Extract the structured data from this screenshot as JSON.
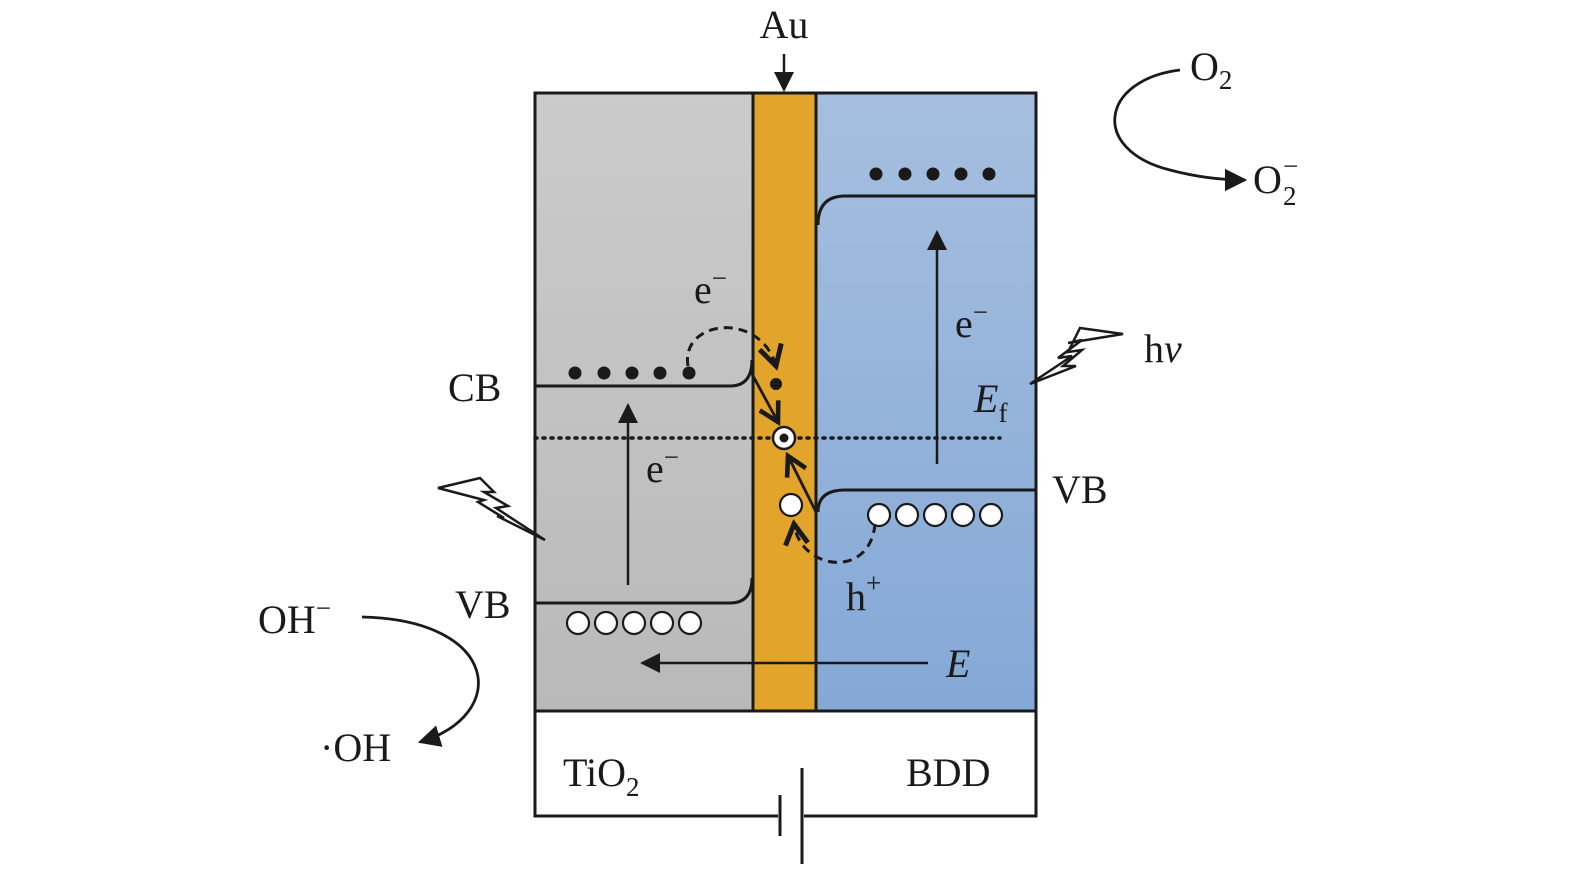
{
  "labels": {
    "au": "Au",
    "o2": "O",
    "o2_sub": "2",
    "o2_minus": "O",
    "o2_minus_sub": "2",
    "o2_minus_sup": "−",
    "hv_h": "h",
    "hv_v": "v",
    "ef_e": "E",
    "ef_sub": "f",
    "cb_left": "CB",
    "vb_left": "VB",
    "vb_right": "VB",
    "e_minus_top": "e",
    "e_minus_left": "e",
    "e_minus_right": "e",
    "minus": "−",
    "h_plus": "h",
    "plus": "+",
    "field_e": "E",
    "oh_minus": "OH",
    "oh_radical": "·OH",
    "tio2": "TiO",
    "tio2_sub": "2",
    "bdd": "BDD"
  },
  "colors": {
    "tio2_region": "#c4c4c4",
    "au_layer": "#e2a42b",
    "bdd_region": "#8fb0d8",
    "line": "#1a1a1a"
  }
}
